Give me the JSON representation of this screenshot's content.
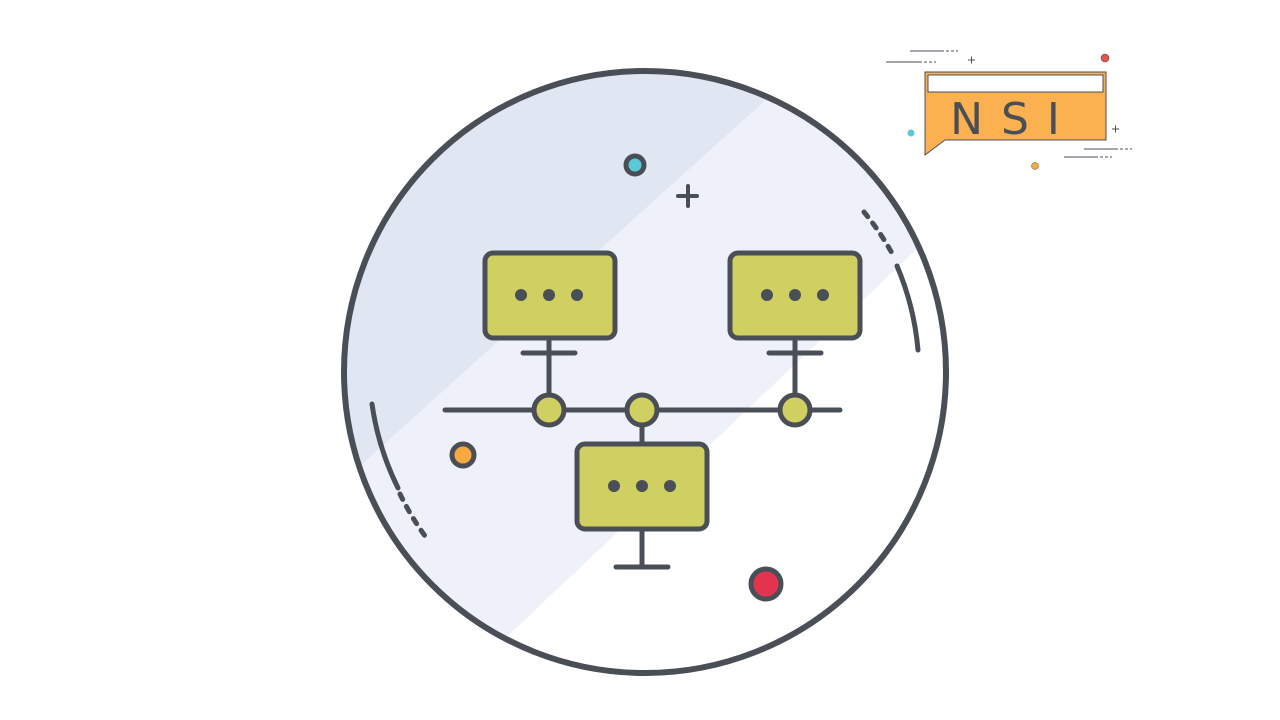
{
  "logo": {
    "text": "NSI"
  },
  "colors": {
    "background": "#ffffff",
    "outline": "#4a4f57",
    "circle_fill_light": "#eef1f9",
    "circle_fill_shade": "#e1e7f2",
    "node_fill": "#cfcf62",
    "accent_cyan": "#5cc9d6",
    "accent_orange": "#f6a940",
    "accent_red": "#e3344f",
    "logo_fill": "#fbb150",
    "logo_text": "#4a4f57"
  },
  "diagram": {
    "nodes": [
      {
        "name": "monitor-top-left"
      },
      {
        "name": "monitor-top-right"
      },
      {
        "name": "monitor-bottom-center"
      }
    ],
    "connectors": 3
  }
}
